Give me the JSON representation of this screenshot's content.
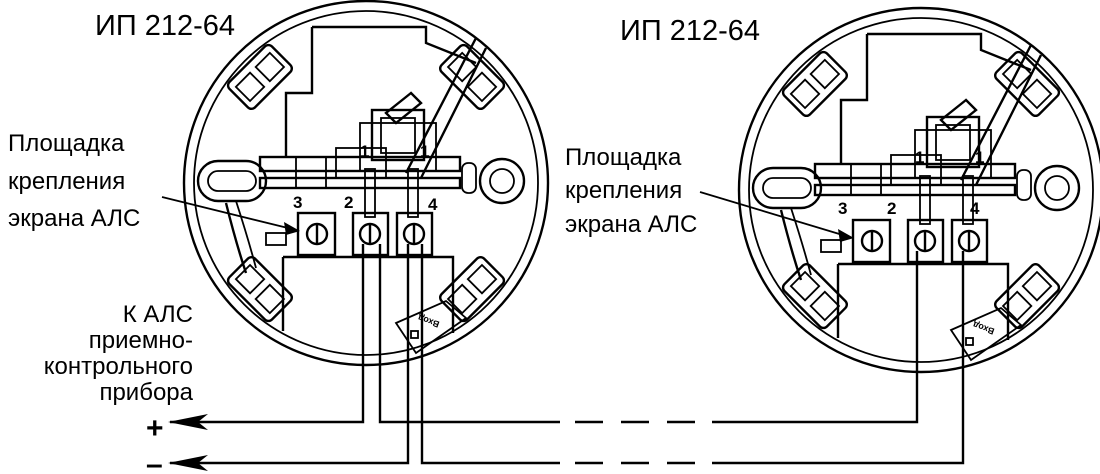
{
  "detectors": [
    {
      "title": "ИП 212-64",
      "screen_label": [
        "Площадка",
        "крепления",
        "экрана АЛС"
      ],
      "terminals": {
        "t1a": "1",
        "t1b": "1",
        "t2": "2",
        "t3": "3",
        "t4": "4"
      },
      "output_mark": "Вход"
    },
    {
      "title": "ИП 212-64",
      "screen_label": [
        "Площадка",
        "крепления",
        "экрана АЛС"
      ],
      "terminals": {
        "t1a": "1",
        "t1b": "1",
        "t2": "2",
        "t3": "3",
        "t4": "4"
      },
      "output_mark": "Вход"
    }
  ],
  "panel_label": [
    "К АЛС",
    "приемно-",
    "контрольного",
    "прибора"
  ],
  "polarity": {
    "plus": "+",
    "minus": "–"
  }
}
